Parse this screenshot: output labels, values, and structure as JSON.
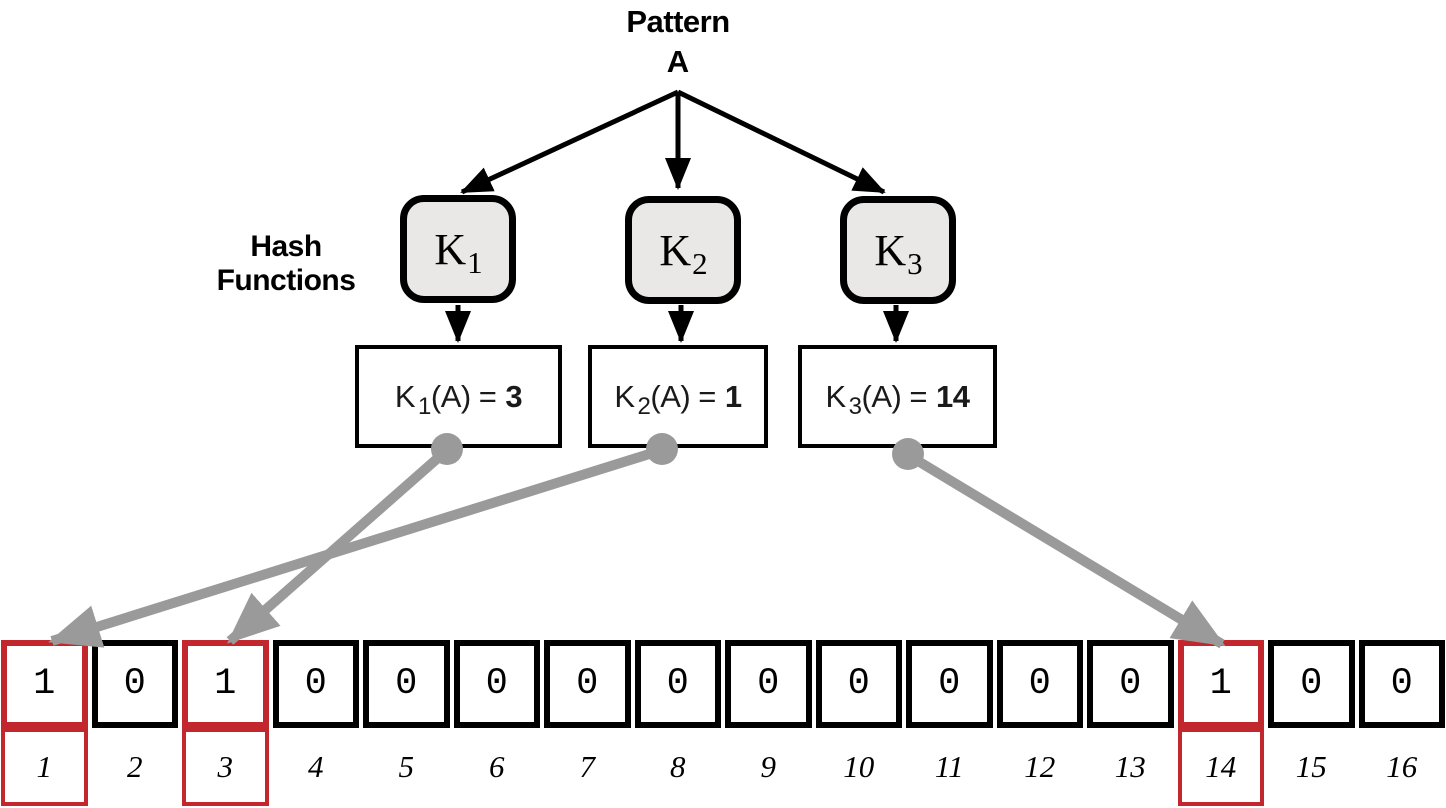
{
  "pattern": {
    "label": "Pattern",
    "value": "A"
  },
  "hash_functions_label": "Hash Functions",
  "hash_functions": [
    {
      "name": "K",
      "sub": "1",
      "eq": "(A) =",
      "result": "3"
    },
    {
      "name": "K",
      "sub": "2",
      "eq": "(A) =",
      "result": "1"
    },
    {
      "name": "K",
      "sub": "3",
      "eq": "(A) =",
      "result": "14"
    }
  ],
  "bit_array": {
    "cells": [
      {
        "index": "1",
        "value": "1",
        "highlighted": true
      },
      {
        "index": "2",
        "value": "0",
        "highlighted": false
      },
      {
        "index": "3",
        "value": "1",
        "highlighted": true
      },
      {
        "index": "4",
        "value": "0",
        "highlighted": false
      },
      {
        "index": "5",
        "value": "0",
        "highlighted": false
      },
      {
        "index": "6",
        "value": "0",
        "highlighted": false
      },
      {
        "index": "7",
        "value": "0",
        "highlighted": false
      },
      {
        "index": "8",
        "value": "0",
        "highlighted": false
      },
      {
        "index": "9",
        "value": "0",
        "highlighted": false
      },
      {
        "index": "10",
        "value": "0",
        "highlighted": false
      },
      {
        "index": "11",
        "value": "0",
        "highlighted": false
      },
      {
        "index": "12",
        "value": "0",
        "highlighted": false
      },
      {
        "index": "13",
        "value": "0",
        "highlighted": false
      },
      {
        "index": "14",
        "value": "1",
        "highlighted": true
      },
      {
        "index": "15",
        "value": "0",
        "highlighted": false
      },
      {
        "index": "16",
        "value": "0",
        "highlighted": false
      }
    ]
  },
  "colors": {
    "highlight_red": "#c2272d",
    "arrow_gray": "#9a9a9a",
    "kbox_fill": "#e9e8e6",
    "line_black": "#000000"
  }
}
